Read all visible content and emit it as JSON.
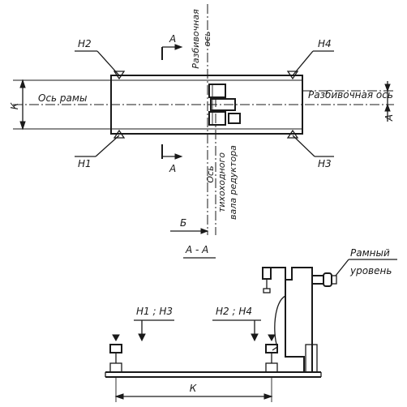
{
  "labels": {
    "h1": "Н1",
    "h2": "Н2",
    "h3": "Н3",
    "h4": "Н4",
    "section_a": "А",
    "section_b": "Б",
    "dim_k": "К",
    "frame_axis": "Ось рамы",
    "breakdown_axis_v1": "Разбивочная",
    "breakdown_axis_v2": "ось",
    "breakdown_axis_h": "Разбивочная ось",
    "shaft_axis_1": "Ось",
    "shaft_axis_2": "тихоходного",
    "shaft_axis_3": "вала редуктора",
    "section_title": "А - А",
    "h1h3": "Н1 ; Н3",
    "h2h4": "Н2 ; Н4",
    "frame_level_1": "Рамный",
    "frame_level_2": "уровень"
  }
}
